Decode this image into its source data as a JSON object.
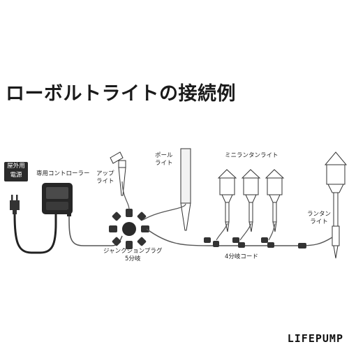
{
  "title": "ローボルトライトの接続例",
  "labels": {
    "outlet": "屋外用\n電源",
    "controller": "専用コントローラー",
    "up_light": "アップ\nライト",
    "pole_light": "ポール\nライト",
    "mini_lantern": "ミニランタンライト",
    "lantern": "ランタン\nライト",
    "junction": "ジャンクションプラグ\n5分岐",
    "cord": "4分岐コード"
  },
  "brand": "LIFEPUMP"
}
